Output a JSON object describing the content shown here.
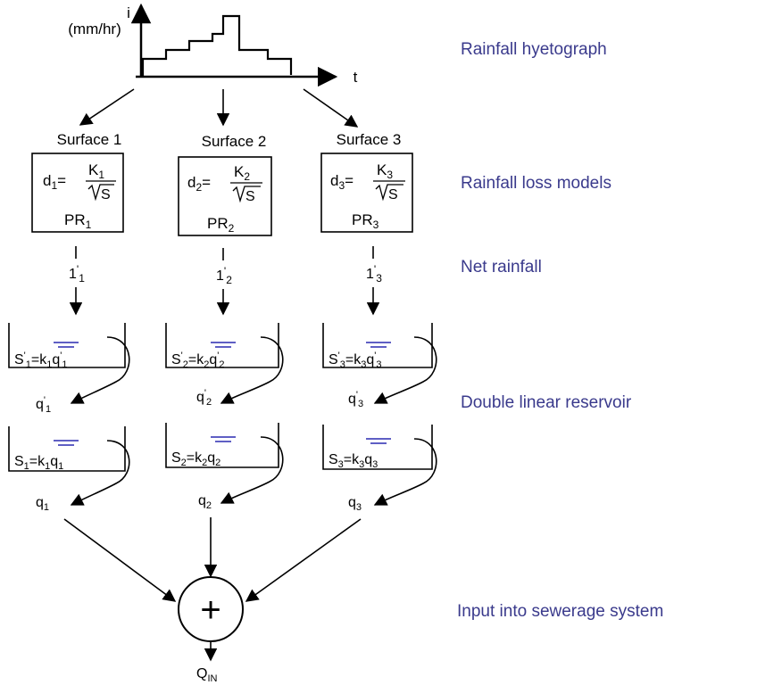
{
  "hyetograph": {
    "y_axis_label_line1": "i",
    "y_axis_label_line2": "(mm/hr)",
    "x_axis_label": "t"
  },
  "stage_labels": {
    "hyetograph": "Rainfall hyetograph",
    "loss": "Rainfall loss models",
    "net": "Net rainfall",
    "reservoir": "Double linear reservoir",
    "input": "Input into sewerage system"
  },
  "surfaces": [
    {
      "title": "Surface 1",
      "depression": "d",
      "depression_sub": "1",
      "K": "K",
      "K_sub": "1",
      "S": "S",
      "PR": "PR",
      "PR_sub": "1",
      "net": "1",
      "net_mark": "'",
      "net_sub": "1",
      "res1_S": "S",
      "res1_S_mark": "'",
      "res1_S_sub": "1",
      "res1_k": "k",
      "res1_k_sub": "1",
      "res1_q": "q",
      "res1_q_mark": "'",
      "res1_q_sub": "1",
      "out1": "q",
      "out1_mark": "'",
      "out1_sub": "1",
      "res2_S": "S",
      "res2_S_sub": "1",
      "res2_k": "k",
      "res2_k_sub": "1",
      "res2_q": "q",
      "res2_q_sub": "1",
      "out2": "q",
      "out2_sub": "1"
    },
    {
      "title": "Surface 2",
      "depression": "d",
      "depression_sub": "2",
      "K": "K",
      "K_sub": "2",
      "S": "S",
      "PR": "PR",
      "PR_sub": "2",
      "net": "1",
      "net_mark": "'",
      "net_sub": "2",
      "res1_S": "S",
      "res1_S_mark": "'",
      "res1_S_sub": "2",
      "res1_k": "k",
      "res1_k_sub": "2",
      "res1_q": "q",
      "res1_q_mark": "'",
      "res1_q_sub": "2",
      "out1": "q",
      "out1_mark": "'",
      "out1_sub": "2",
      "res2_S": "S",
      "res2_S_sub": "2",
      "res2_k": "k",
      "res2_k_sub": "2",
      "res2_q": "q",
      "res2_q_sub": "2",
      "out2": "q",
      "out2_sub": "2"
    },
    {
      "title": "Surface 3",
      "depression": "d",
      "depression_sub": "3",
      "K": "K",
      "K_sub": "3",
      "S": "S",
      "PR": "PR",
      "PR_sub": "3",
      "net": "1",
      "net_mark": "'",
      "net_sub": "3",
      "res1_S": "S",
      "res1_S_mark": "'",
      "res1_S_sub": "3",
      "res1_k": "k",
      "res1_k_sub": "3",
      "res1_q": "q",
      "res1_q_mark": "'",
      "res1_q_sub": "3",
      "out1": "q",
      "out1_mark": "'",
      "out1_sub": "3",
      "res2_S": "S",
      "res2_S_sub": "3",
      "res2_k": "k",
      "res2_k_sub": "3",
      "res2_q": "q",
      "res2_q_sub": "3",
      "out2": "q",
      "out2_sub": "3"
    }
  ],
  "summation": {
    "symbol": "+",
    "output": "Q",
    "output_sub": "IN"
  },
  "colors": {
    "label_text": "#3a3a8c",
    "water_level": "#2a2ab0",
    "line": "#000000"
  }
}
